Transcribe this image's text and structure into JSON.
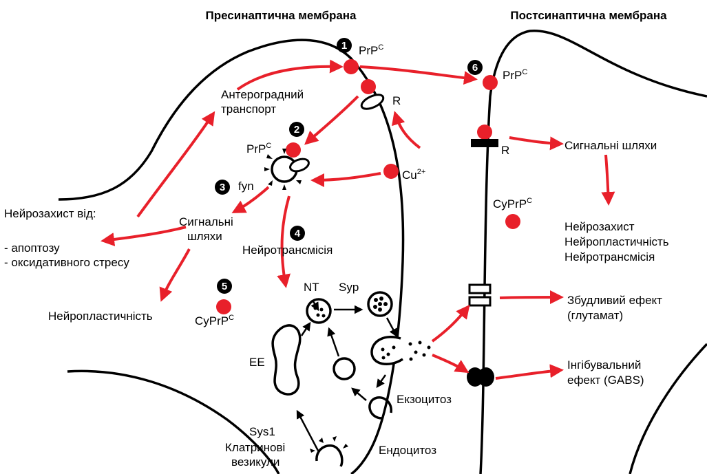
{
  "headers": {
    "presynaptic": "Пресинаптична мембрана",
    "postsynaptic": "Постсинаптична мембрана"
  },
  "step_numbers": [
    "1",
    "2",
    "3",
    "4",
    "5",
    "6"
  ],
  "labels": {
    "prp1_main": "PrP",
    "prp1_sup": "C",
    "prp6_main": "PrP",
    "prp6_sup": "C",
    "prp2_main": "PrP",
    "prp2_sup": "C",
    "cyprp5_main": "CyPrP",
    "cyprp5_sup": "C",
    "cyprp_post_main": "CyPrP",
    "cyprp_post_sup": "C",
    "cu_main": "Cu",
    "cu_sup": "2+",
    "r_pre": "R",
    "r_post": "R",
    "antero_1": "Антероградний",
    "antero_2": "транспорт",
    "fyn": "fyn",
    "neuroprotect_from": "Нейрозахист від:",
    "apoptosis": "- апоптозу",
    "oxidative": "- оксидативного стресу",
    "signal_pre_1": "Сигнальні",
    "signal_pre_2": "шляхи",
    "neurotrans_pre": "Нейротрансмісія",
    "neuroplast_pre": "Нейропластичність",
    "nt": "NT",
    "syp": "Syp",
    "ee": "EE",
    "sys1": "Sys1",
    "clathrin_1": "Клатринові",
    "clathrin_2": "везикули",
    "exocytosis": "Екзоцитоз",
    "endocytosis": "Ендоцитоз",
    "signal_post": "Сигнальні шляхи",
    "effect_1": "Нейрозахист",
    "effect_2": "Нейропластичність",
    "effect_3": "Нейротрансмісія",
    "excit_1": "Збудливий ефект",
    "excit_2": "(глутамат)",
    "inhib_1": "Інгібувальний",
    "inhib_2": "ефект (GABS)"
  },
  "colors": {
    "prion": "#e8202a",
    "arrow": "#e8202a",
    "line": "#000000"
  }
}
